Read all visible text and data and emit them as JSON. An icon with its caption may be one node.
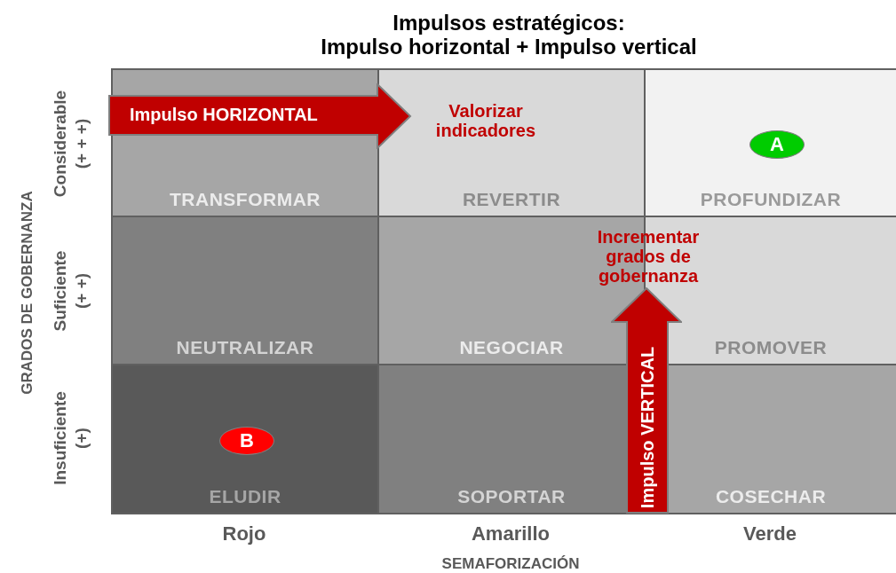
{
  "diagram": {
    "title": "Impulsos estratégicos: Impulso horizontal + Impulso vertical",
    "nodes": [
      {
        "text": [
          "TRANSFORMAR"
        ]
      },
      {
        "text": [
          "REVERTIR"
        ]
      },
      {
        "text": [
          "PROFUNDIZAR"
        ]
      },
      {
        "text": [
          "A"
        ],
        "in": 2
      },
      {
        "text": [
          "NEUTRALIZAR"
        ]
      },
      {
        "text": [
          "NEGOCIAR"
        ]
      },
      {
        "text": [
          "PROMOVER"
        ]
      },
      {
        "text": [
          "ELUDIR"
        ]
      },
      {
        "text": [
          "B"
        ],
        "in": 7
      },
      {
        "text": [
          "SOPORTAR"
        ]
      },
      {
        "text": [
          "COSECHAR"
        ]
      },
      {
        "text": [
          "Impulso HORIZONTAL"
        ]
      },
      {
        "text": [
          "Impulso VERTICAL"
        ]
      }
    ],
    "labels": [
      "Valorizar indicadores",
      "Incrementar grados de gobernanza",
      "GRADOS DE GOBERNANZA",
      "Considerable (+ + +)",
      "Suficiente (+ +)",
      "Insuficiente (+)",
      "Rojo",
      "Amarillo",
      "Verde",
      "SEMAFORIZACIÓN"
    ]
  }
}
